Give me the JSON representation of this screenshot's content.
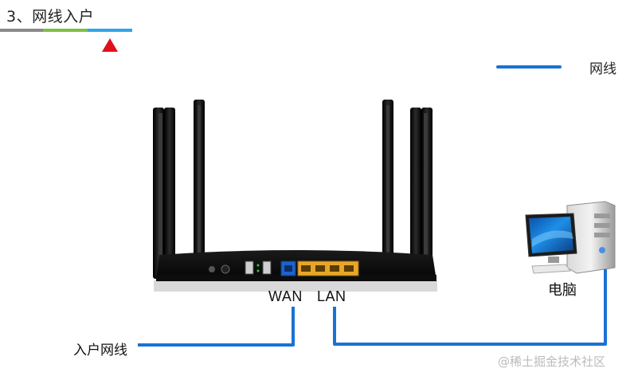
{
  "title": "3、网线入户",
  "legend": {
    "label": "网线",
    "line_color": "#1a72d4"
  },
  "title_bar": {
    "segment_colors": [
      "#8a8a8a",
      "#7bc143",
      "#2fa6e8"
    ],
    "marker_color": "#e0101a"
  },
  "router": {
    "port_labels": {
      "wan": "WAN",
      "lan": "LAN"
    },
    "wan_port_color": "#1e63c8",
    "lan_port_color": "#e7a62a"
  },
  "computer": {
    "label": "电脑"
  },
  "incoming_cable": {
    "label": "入户网线"
  },
  "cable_color": "#1a72d4",
  "watermark": "@稀土掘金技术社区"
}
